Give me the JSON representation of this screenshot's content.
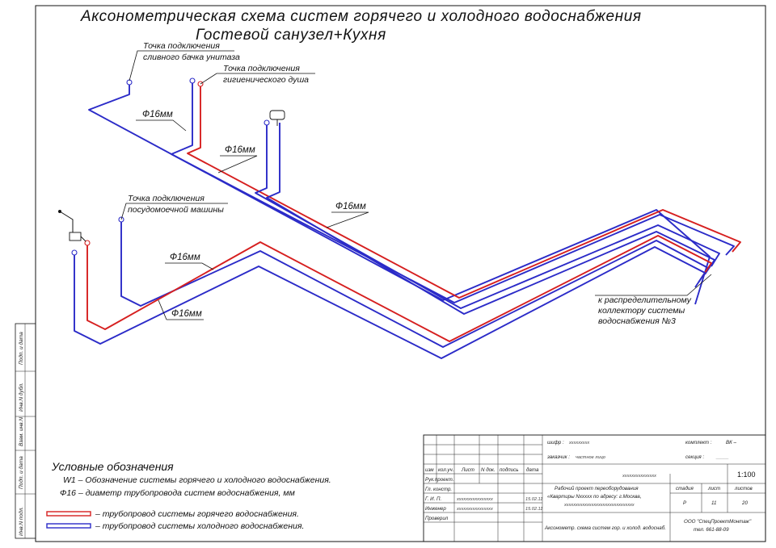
{
  "title": {
    "line1": "Аксонометрическая схема систем горячего и холодного водоснабжения",
    "line2": "Гостевой санузел+Кухня"
  },
  "labels": {
    "toilet": [
      "Точка подключения",
      "сливного бачка унитаза"
    ],
    "shower": [
      "Точка подключения",
      "гигиенического душа"
    ],
    "dishwasher": [
      "Точка подключения",
      "посудомоечной машины"
    ],
    "collector": [
      "к распределительному",
      "коллектору системы",
      "водоснабжения №3"
    ],
    "dim_a": "Ф16мм",
    "dim_b": "Ф16мм",
    "dim_c": "Ф16мм",
    "dim_d": "Ф16мм",
    "dim_e": "Ф16мм"
  },
  "legend": {
    "heading": "Условные обозначения",
    "w1": "W1 – Обозначение системы горячего и холодного водоснабжения.",
    "phi": "Ф16 – диаметр трубопровода систем водоснабжения, мм",
    "hot": "– трубопровод системы горячего водоснабжения.",
    "cold": "– трубопровод системы холодного водоснабжения."
  },
  "colors": {
    "hot": "#d61f1f",
    "cold": "#2b2bc8"
  },
  "side_stamps": [
    "Подп. и дата",
    "Инв.N дубл.",
    "Взам. инв.N",
    "Подп. и дата",
    "Инв.N подл."
  ],
  "stamp": {
    "shifr_label": "шифр :",
    "shifr_value": "ххххххххх",
    "komplekt_label": "комплект :",
    "komplekt_value": "ВК –",
    "zakazchik_label": "заказчик :",
    "zakazchik_value": "частное лицо",
    "sekciya_label": "секция :",
    "sekciya_value": "_____",
    "header_cols": [
      "изм",
      "кол.уч.",
      "Лист",
      "N док.",
      "подпись",
      "дата"
    ],
    "roles": [
      "Рук.проект.",
      "Гл. констр.",
      "Г. И. П.",
      "Инженер",
      "Проверил"
    ],
    "role_names": [
      "",
      "",
      "хххххххххххххххх",
      "хххххххххххххххх",
      ""
    ],
    "role_dates": [
      "",
      "",
      "15.02.11",
      "15.02.11",
      ""
    ],
    "object_code": "ххххххххххххххх",
    "scale": "1:100",
    "project_lines": [
      "Рабочий проект переоборудования",
      "«Квартиры Nххххх по адресу: г.Москва,",
      "ххххххххххххххххххххххххххххххх"
    ],
    "stadiya_label": "стадия",
    "list_label": "лист",
    "listov_label": "листов",
    "stadiya_value": "Р",
    "list_value": "11",
    "listov_value": "20",
    "sheet_title": "Аксонометр. схема систем гор. и холод. водоснаб.",
    "company": "ООО \"СпецПроектМонтаж\"",
    "phone": "тел. 661-88-09"
  }
}
